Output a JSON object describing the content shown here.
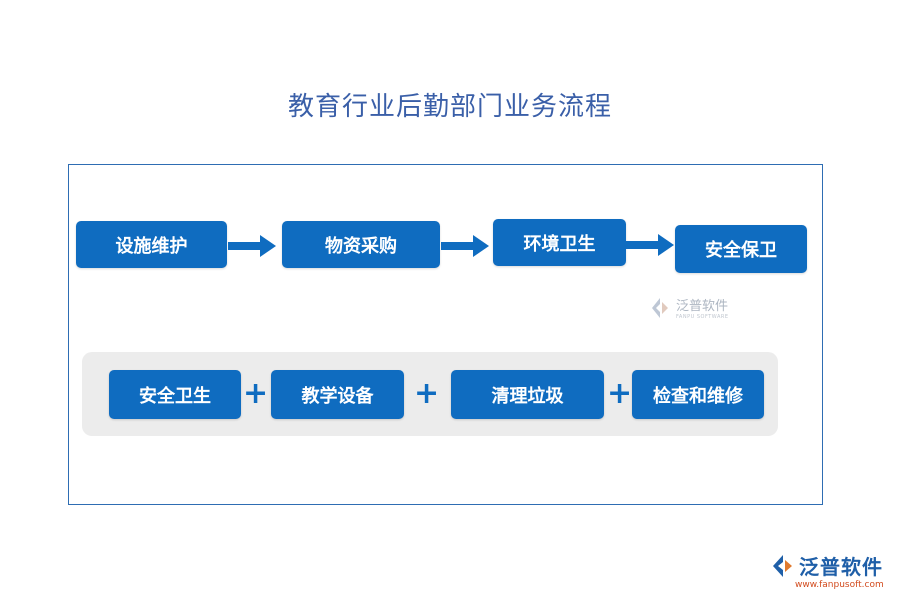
{
  "title": "教育行业后勤部门业务流程",
  "flow": {
    "steps": [
      "设施维护",
      "物资采购",
      "环境卫生",
      "安全保卫"
    ]
  },
  "components": {
    "items": [
      "安全卫生",
      "教学设备",
      "清理垃圾",
      "检查和维修"
    ],
    "connector": "+"
  },
  "watermark": {
    "name": "泛普软件",
    "sub": "FANPU SOFTWARE"
  },
  "brand": {
    "name": "泛普软件",
    "url": "www.fanpusoft.com"
  },
  "colors": {
    "node": "#0f6cc0",
    "title": "#3a5fa8",
    "frame": "#2e6db3",
    "panel": "#ececec"
  }
}
